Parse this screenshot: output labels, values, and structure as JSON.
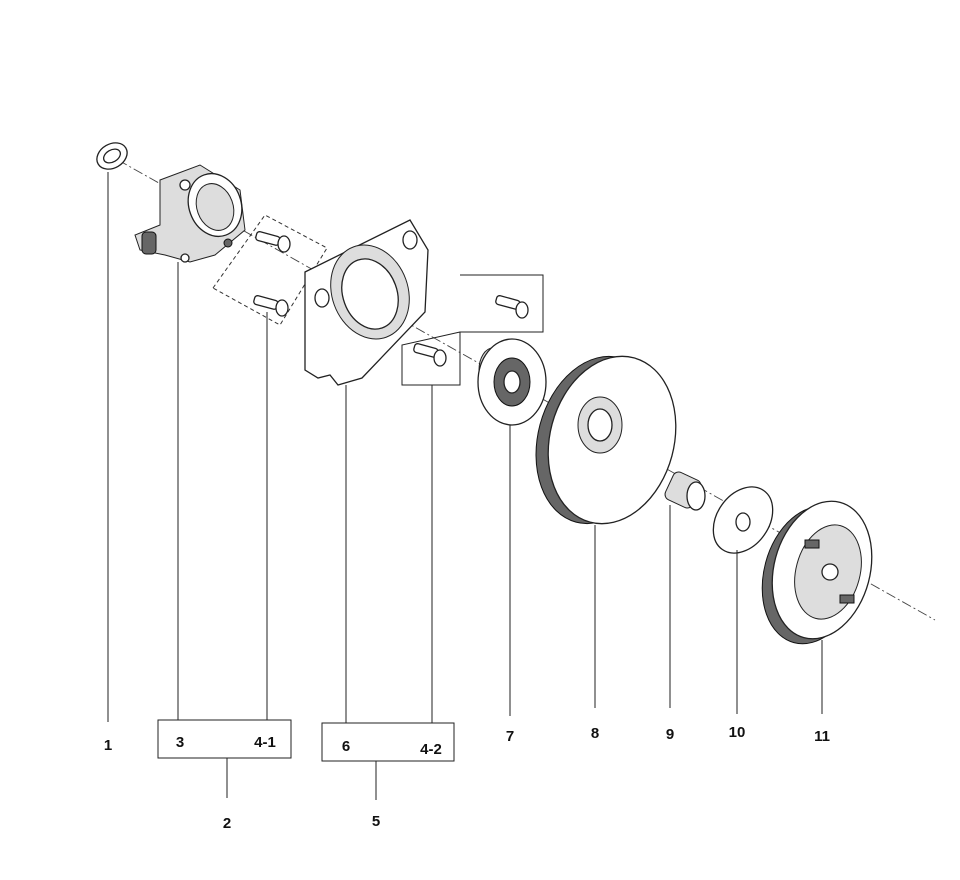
{
  "diagram": {
    "type": "exploded parts diagram",
    "parts": [
      {
        "id": "1",
        "label": "1"
      },
      {
        "id": "2",
        "label": "2",
        "group": [
          "3",
          "4-1"
        ]
      },
      {
        "id": "3",
        "label": "3"
      },
      {
        "id": "4-1",
        "label": "4-1"
      },
      {
        "id": "5",
        "label": "5",
        "group": [
          "6",
          "4-2"
        ]
      },
      {
        "id": "6",
        "label": "6"
      },
      {
        "id": "4-2",
        "label": "4-2"
      },
      {
        "id": "7",
        "label": "7"
      },
      {
        "id": "8",
        "label": "8"
      },
      {
        "id": "9",
        "label": "9"
      },
      {
        "id": "10",
        "label": "10"
      },
      {
        "id": "11",
        "label": "11"
      }
    ]
  }
}
